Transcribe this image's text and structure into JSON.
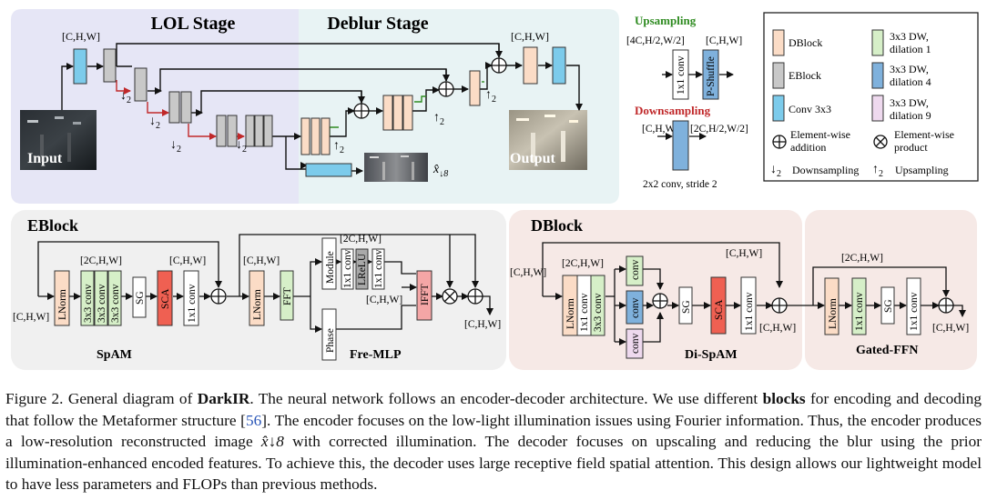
{
  "stages": {
    "lol": "LOL Stage",
    "deblur": "Deblur Stage"
  },
  "labels": {
    "input": "Input",
    "output": "Output",
    "chw": "[C,H,W]",
    "two": "2",
    "xhat": "x̂",
    "xhat_sub": "↓8"
  },
  "legend": {
    "upsampling_title": "Upsampling",
    "up_in": "[4C,H/2,W/2]",
    "up_out": "[C,H,W]",
    "up_conv": "1x1 conv",
    "up_shuffle": "P-Shuffle",
    "downsampling_title": "Downsampling",
    "down_in": "[C,H,W]",
    "down_out": "[2C,H/2,W/2]",
    "down_caption": "2x2 conv, stride 2",
    "dblock": "DBlock",
    "eblock": "EBlock",
    "conv3x3": "Conv 3x3",
    "dw1_a": "3x3 DW,",
    "dw1_b": "dilation 1",
    "dw4_a": "3x3 DW,",
    "dw4_b": "dilation 4",
    "dw9_a": "3x3 DW,",
    "dw9_b": "dilation 9",
    "add_a": "Element-wise",
    "add_b": "addition",
    "mul_a": "Element-wise",
    "mul_b": "product",
    "down_sym": "↓2",
    "down_label": "Downsampling",
    "up_sym": "↑2",
    "up_label": "Upsampling"
  },
  "eblock": {
    "title": "EBlock",
    "chw_in": "[C,H,W]",
    "two_chw": "[2C,H,W]",
    "chw_a": "[C,H,W]",
    "chw_b": "[C,H,W]",
    "chw_c": "[C,H,W]",
    "chw_d": "[C,H,W]",
    "chw_out": "[C,H,W]",
    "two_chw2": "[2C,H,W]",
    "lnorm": "LNorm",
    "conv3": "3x3 conv",
    "sg": "SG",
    "sca": "SCA",
    "conv1": "1x1 conv",
    "fft": "FFT",
    "ifft": "IFFT",
    "module": "Module",
    "phase": "Phase",
    "lrelu": "LReLU",
    "spam": "SpAM",
    "fremlp": "Fre-MLP"
  },
  "dblock": {
    "title": "DBlock",
    "chw_in": "[C,H,W]",
    "two_chw": "[2C,H,W]",
    "chw_top": "[C,H,W]",
    "chw_out": "[C,H,W]",
    "lnorm": "LNorm",
    "conv1": "1x1 conv",
    "conv3": "3x3 conv",
    "conv": "conv",
    "sg": "SG",
    "sca": "SCA",
    "dispam": "Di-SpAM"
  },
  "gffn": {
    "two_chw": "[2C,H,W]",
    "chw_out": "[C,H,W]",
    "lnorm": "LNorm",
    "conv1": "1x1 conv",
    "sg": "SG",
    "title": "Gated-FFN"
  },
  "caption": {
    "p1": "Figure 2. General diagram of ",
    "b1": "DarkIR",
    "p2": ". The neural network follows an encoder-decoder architecture. We use different ",
    "b2": "blocks",
    "p3": " for encoding and decoding that follow the Metaformer structure [",
    "cite": "56",
    "p4": "]. The encoder focuses on the low-light illumination issues using Fourier information. Thus, the encoder produces a low-resolution reconstructed image ",
    "math": "x̂↓8",
    "p5": " with corrected illumination. The decoder focuses on upscaling and reducing the blur using the prior illumination-enhanced encoded features. To achieve this, the decoder uses large receptive field spatial attention. This design allows our lightweight model to have less parameters and FLOPs than previous methods."
  },
  "colors": {
    "dblock": "#fbdcc6",
    "eblock": "#c8c8c8",
    "conv3": "#7ccbeb",
    "dw1": "#d6efc8",
    "dw4": "#7fb1dc",
    "dw9": "#eed9ee",
    "lol_bg": "#e6e6f6",
    "deblur_bg": "#e8f3f4",
    "dblock_bg": "#f6e9e6",
    "eblock_bg": "#f0f0f0",
    "upsampling_title": "#2e8b20",
    "downsampling_title": "#c0282a"
  }
}
